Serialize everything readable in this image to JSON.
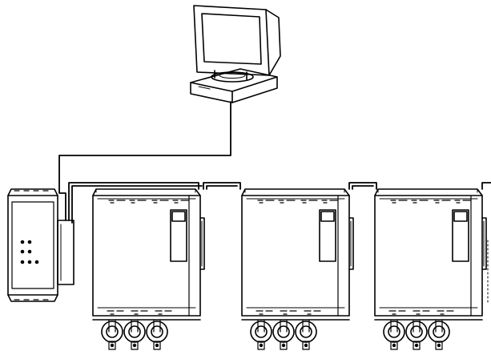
{
  "diagram": {
    "type": "network-topology",
    "nodes": [
      {
        "id": "pc",
        "kind": "computer-workstation"
      },
      {
        "id": "gateway",
        "kind": "interface-module",
        "indicator_leds": 7
      },
      {
        "id": "drive-1",
        "kind": "motor-soft-starter"
      },
      {
        "id": "drive-2",
        "kind": "motor-soft-starter"
      },
      {
        "id": "drive-3",
        "kind": "motor-soft-starter"
      }
    ],
    "links": [
      {
        "from": "pc",
        "to": "gateway"
      },
      {
        "from": "gateway",
        "to": "drive-1"
      },
      {
        "from": "drive-1",
        "to": "drive-2"
      },
      {
        "from": "drive-2",
        "to": "drive-3"
      }
    ],
    "colors": {
      "stroke": "#000000",
      "fill": "#ffffff",
      "led": "#000000"
    }
  }
}
